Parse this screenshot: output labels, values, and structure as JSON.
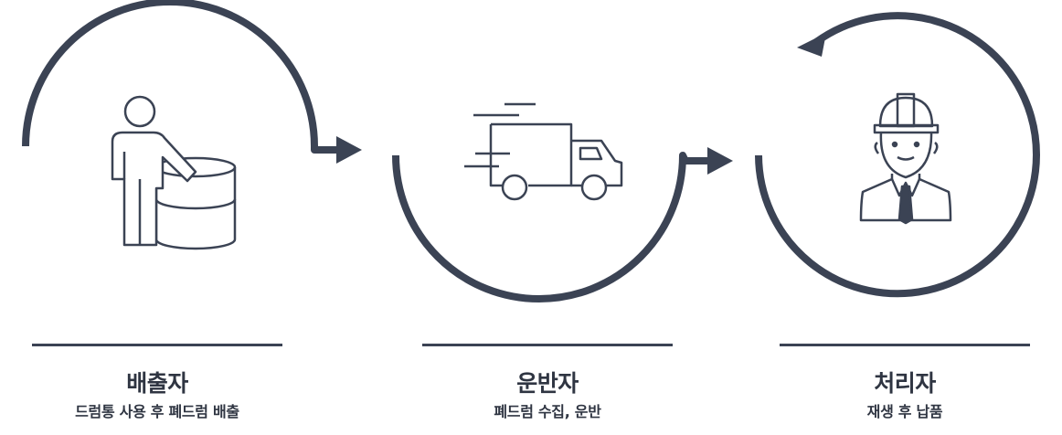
{
  "colors": {
    "stroke": "#3b4354",
    "text": "#2f3542",
    "background": "#ffffff"
  },
  "stages": [
    {
      "title": "배출자",
      "description": "드럼통 사용 후 폐드럼 배출",
      "icon": "person-with-drum-icon"
    },
    {
      "title": "운반자",
      "description": "폐드럼 수집, 운반",
      "icon": "delivery-truck-icon"
    },
    {
      "title": "처리자",
      "description": "재생 후 납품",
      "icon": "hard-hat-worker-icon"
    }
  ]
}
